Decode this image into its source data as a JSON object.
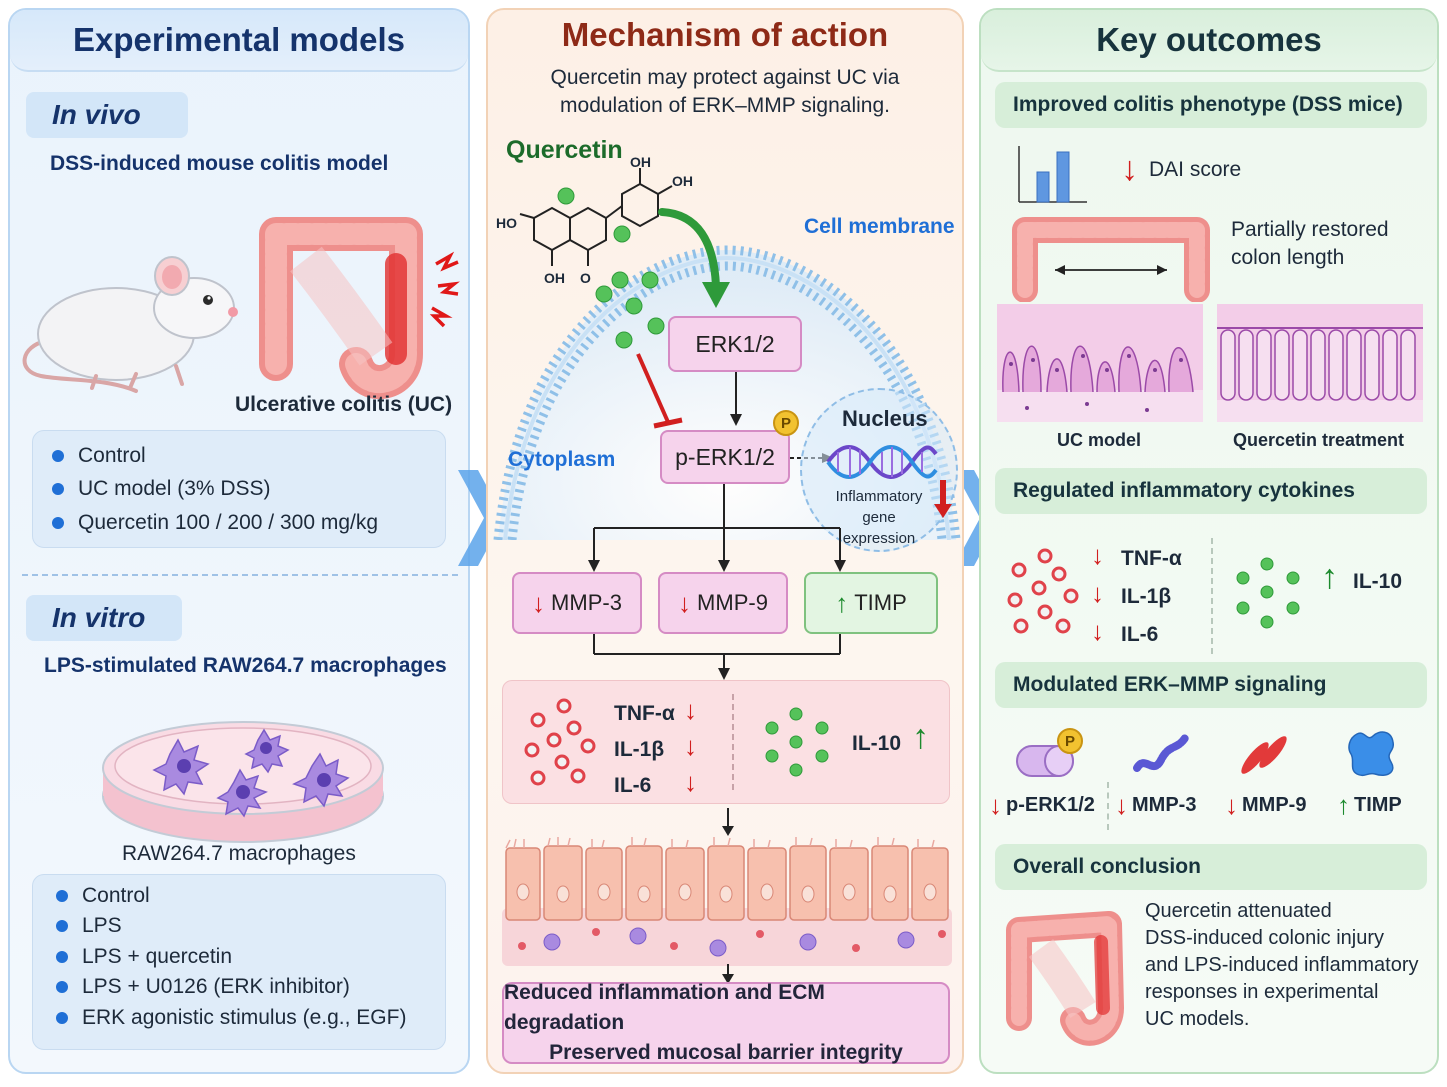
{
  "left": {
    "title": "Experimental models",
    "invivo": {
      "tag": "In vivo",
      "subtitle": "DSS-induced mouse colitis model",
      "colon_label": "Ulcerative colitis (UC)",
      "groups": [
        "Control",
        "UC model (3% DSS)",
        "Quercetin 100 / 200 / 300 mg/kg"
      ]
    },
    "invitro": {
      "tag": "In vitro",
      "subtitle": "LPS-stimulated RAW264.7 macrophages",
      "dish_label": "RAW264.7 macrophages",
      "groups": [
        "Control",
        "LPS",
        "LPS + quercetin",
        "LPS + U0126 (ERK inhibitor)",
        "ERK agonistic stimulus (e.g., EGF)"
      ]
    }
  },
  "middle": {
    "title": "Mechanism of action",
    "subtitle_line1": "Quercetin may protect against UC via",
    "subtitle_line2": "modulation of ERK–MMP signaling.",
    "quercetin_label": "Quercetin",
    "mol_oh_top": "OH",
    "mol_oh_right": "OH",
    "mol_ho_left": "HO",
    "mol_oh_bottom": "OH",
    "mol_o_bottom": "O",
    "membrane_label": "Cell membrane",
    "cytoplasm_label": "Cytoplasm",
    "erk": "ERK1/2",
    "perk": "p-ERK1/2",
    "p_badge": "P",
    "nucleus_label": "Nucleus",
    "gene_line1": "Inflammatory",
    "gene_line2": "gene expression",
    "mmp3": "MMP-3",
    "mmp9": "MMP-9",
    "timp": "TIMP",
    "cytokines_down": [
      "TNF-α",
      "IL-1β",
      "IL-6"
    ],
    "cytokine_up": "IL-10",
    "outcome_line1": "Reduced inflammation and ECM degradation",
    "outcome_line2": "Preserved mucosal barrier integrity",
    "colors": {
      "mmp_fill": "#f6d3ec",
      "mmp_border": "#d58bc4",
      "timp_fill": "#e3f5e2",
      "timp_border": "#7fc27f"
    }
  },
  "right": {
    "title": "Key outcomes",
    "sec1": {
      "header": "Improved colitis phenotype (DSS mice)",
      "dai": "DAI score",
      "colon_line1": "Partially restored",
      "colon_line2": "colon length",
      "histo1": "UC model",
      "histo2": "Quercetin treatment"
    },
    "sec2": {
      "header": "Regulated inflammatory cytokines",
      "down": [
        "TNF-α",
        "IL-1β",
        "IL-6"
      ],
      "up": "IL-10"
    },
    "sec3": {
      "header": "Modulated ERK–MMP signaling",
      "items": [
        "p-ERK1/2",
        "MMP-3",
        "MMP-9",
        "TIMP"
      ],
      "p_badge": "P"
    },
    "sec4": {
      "header": "Overall conclusion",
      "lines": [
        "Quercetin attenuated",
        "DSS-induced colonic injury",
        "and LPS-induced inflammatory",
        "responses in experimental",
        "UC models."
      ]
    }
  },
  "icons": [
    "mouse-icon",
    "colon-icon",
    "petri-dish-icon",
    "dna-icon",
    "bar-chart-icon",
    "histology-icon"
  ],
  "colors": {
    "down_arrow": "#d11f1f",
    "up_arrow": "#1c8a2d",
    "accent_blue": "#1f6fd6"
  }
}
